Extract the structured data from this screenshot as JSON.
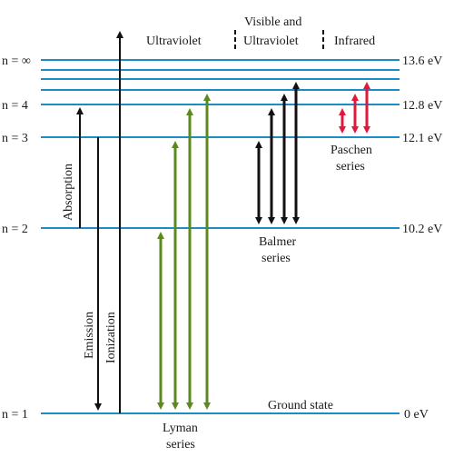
{
  "colors": {
    "level_line": "#1a8cc8",
    "black_arrow": "#111111",
    "lyman_arrow": "#5b8a1e",
    "paschen_arrow": "#e0193c",
    "divider": "#111111"
  },
  "levels": {
    "n_inf": {
      "n_label": "n = ∞",
      "energy": "13.6 eV"
    },
    "n4": {
      "n_label": "n = 4",
      "energy": "12.8 eV"
    },
    "n3": {
      "n_label": "n = 3",
      "energy": "12.1 eV"
    },
    "n2": {
      "n_label": "n = 2",
      "energy": "10.2 eV"
    },
    "n1": {
      "n_label": "n = 1",
      "energy": "0 eV"
    }
  },
  "regions": {
    "ultraviolet": "Ultraviolet",
    "visible_line1": "Visible and",
    "visible_line2": "Ultraviolet",
    "infrared": "Infrared"
  },
  "process_labels": {
    "absorption": "Absorption",
    "emission": "Emission",
    "ionization": "Ionization"
  },
  "series": {
    "lyman_line1": "Lyman",
    "lyman_line2": "series",
    "balmer_line1": "Balmer",
    "balmer_line2": "series",
    "paschen_line1": "Paschen",
    "paschen_line2": "series"
  },
  "ground_state": "Ground state"
}
